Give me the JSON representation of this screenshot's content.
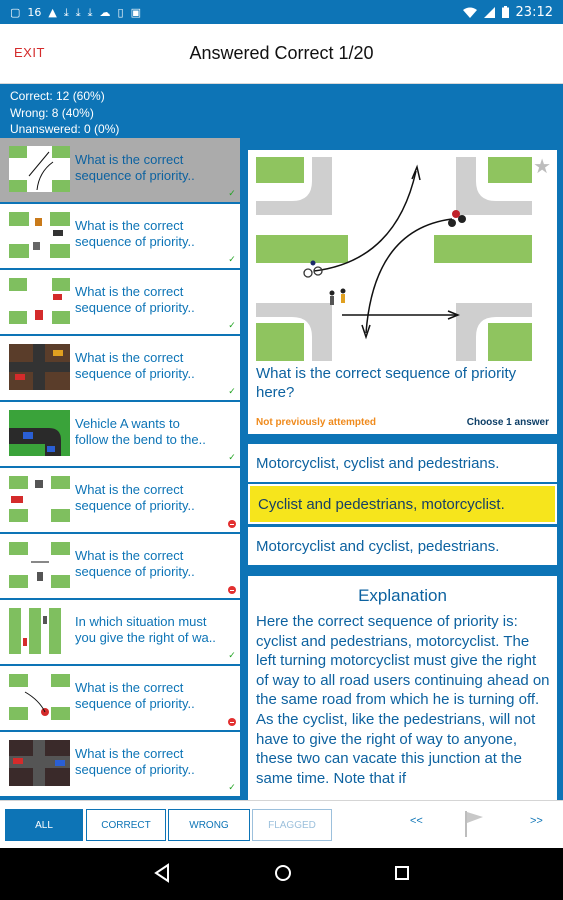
{
  "status_bar": {
    "notification_label": "16",
    "time": "23:12",
    "icons": [
      "notification-icon",
      "warning-icon",
      "download-icon",
      "download-icon",
      "download-icon",
      "cloud-upload-icon",
      "device-icon",
      "photo-icon",
      "wifi-icon",
      "signal-icon",
      "battery-icon"
    ]
  },
  "toolbar": {
    "exit_label": "EXIT",
    "title": "Answered Correct 1/20"
  },
  "stats": {
    "correct": "Correct: 12 (60%)",
    "wrong": "Wrong: 8 (40%)",
    "unanswered": "Unanswered: 0 (0%)"
  },
  "question_list": [
    {
      "line1": "What is the correct",
      "line2": "sequence of priority..",
      "result": "correct",
      "selected": true
    },
    {
      "line1": "What is the correct",
      "line2": "sequence of priority..",
      "result": "correct",
      "selected": false
    },
    {
      "line1": "What is the correct",
      "line2": "sequence of priority..",
      "result": "correct",
      "selected": false
    },
    {
      "line1": "What is the correct",
      "line2": "sequence of priority..",
      "result": "correct",
      "selected": false
    },
    {
      "line1": "Vehicle A wants to",
      "line2": "follow the bend to the..",
      "result": "correct",
      "selected": false
    },
    {
      "line1": "What is the correct",
      "line2": "sequence of priority..",
      "result": "wrong",
      "selected": false
    },
    {
      "line1": "What is the correct",
      "line2": "sequence of priority..",
      "result": "wrong",
      "selected": false
    },
    {
      "line1": "In which situation must",
      "line2": "you give the right of wa..",
      "result": "correct",
      "selected": false
    },
    {
      "line1": "What is the correct",
      "line2": "sequence of priority..",
      "result": "wrong",
      "selected": false
    },
    {
      "line1": "What is the correct",
      "line2": "sequence of priority..",
      "result": "correct",
      "selected": false
    }
  ],
  "question": {
    "text": "What is the correct sequence of priority here?",
    "status": "Not previously attempted",
    "instruction": "Choose 1 answer"
  },
  "answers": [
    {
      "text": "Motorcyclist, cyclist and pedestrians.",
      "highlighted": false
    },
    {
      "text": "Cyclist and pedestrians, motorcyclist.",
      "highlighted": true
    },
    {
      "text": "Motorcyclist and cyclist, pedestrians.",
      "highlighted": false
    }
  ],
  "explanation": {
    "title": "Explanation",
    "body": "Here the correct sequence of priority is: cyclist and pedestrians, motorcyclist. The left turning motorcyclist must give the right of way to all road users continuing ahead on the same road from which he is turning off. As the cyclist, like the pedestrians, will not have to give the right of way to anyone, these two can vacate this junction at the same time. Note that if"
  },
  "bottom_bar": {
    "tabs": [
      "ALL",
      "CORRECT",
      "WRONG",
      "FLAGGED"
    ],
    "prev_label": "<<",
    "next_label": ">>"
  },
  "colors": {
    "primary": "#0d74b6",
    "exit": "#d42b2b",
    "highlight": "#f6e51c",
    "not_attempted": "#ef8a1c",
    "correct": "#22a322",
    "wrong": "#e23030"
  }
}
